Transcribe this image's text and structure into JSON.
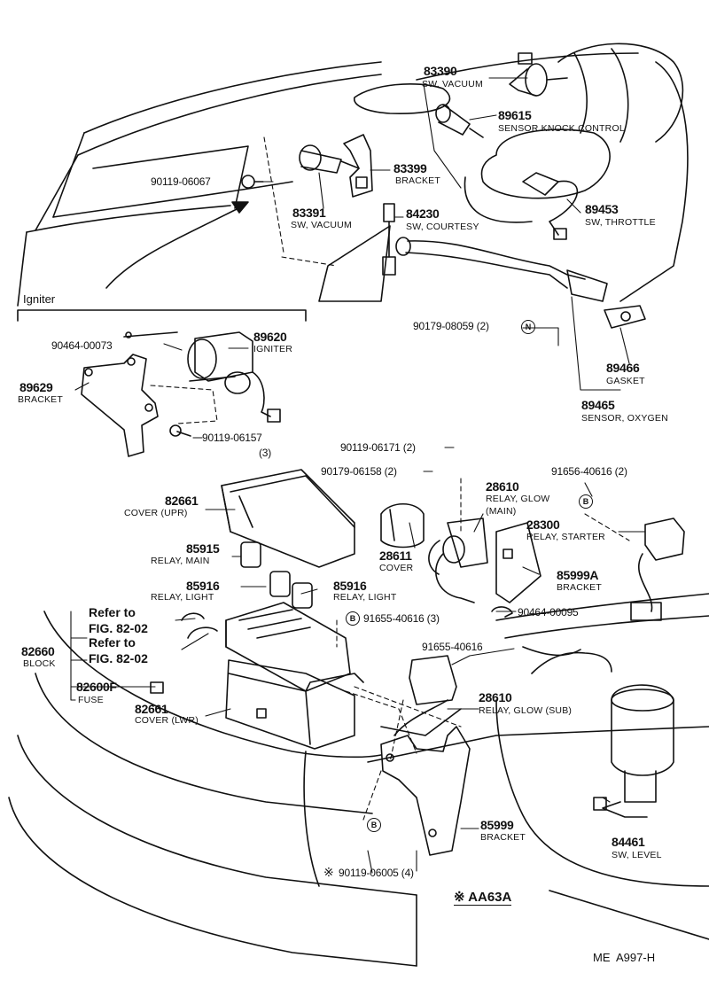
{
  "igniter_section": "Igniter",
  "parts": {
    "p83390": {
      "no": "83390",
      "name": "SW, VACUUM"
    },
    "p89615": {
      "no": "89615",
      "name": "SENSOR KNOCK CONTROL"
    },
    "p83399": {
      "no": "83399",
      "name": "BRACKET"
    },
    "p90119_06067": {
      "no": "90119-06067"
    },
    "p83391": {
      "no": "83391",
      "name": "SW, VACUUM"
    },
    "p84230": {
      "no": "84230",
      "name": "SW, COURTESY"
    },
    "p89453": {
      "no": "89453",
      "name": "SW, THROTTLE"
    },
    "p90179_08059": {
      "no": "90179-08059 (2)",
      "mark": "N"
    },
    "p89466": {
      "no": "89466",
      "name": "GASKET"
    },
    "p89465": {
      "no": "89465",
      "name": "SENSOR, OXYGEN"
    },
    "p90464_00073": {
      "no": "90464-00073"
    },
    "p89620": {
      "no": "89620",
      "name": "IGNITER"
    },
    "p89629": {
      "no": "89629",
      "name": "BRACKET"
    },
    "p90119_06157": {
      "no": "90119-06157",
      "qty": "(3)"
    },
    "p90119_06171": {
      "no": "90119-06171 (2)"
    },
    "p90179_06158": {
      "no": "90179-06158 (2)"
    },
    "p91656_40616": {
      "no": "91656-40616 (2)",
      "mark": "B"
    },
    "p82661_upr": {
      "no": "82661",
      "name": "COVER (UPR)"
    },
    "p28610_main": {
      "no": "28610",
      "name1": "RELAY, GLOW",
      "name2": "(MAIN)"
    },
    "p28300": {
      "no": "28300",
      "name": "RELAY, STARTER"
    },
    "p85915": {
      "no": "85915",
      "name": "RELAY, MAIN"
    },
    "p28611": {
      "no": "28611",
      "name": "COVER"
    },
    "p85999a": {
      "no": "85999A",
      "name": "BRACKET"
    },
    "p85916_a": {
      "no": "85916",
      "name": "RELAY, LIGHT"
    },
    "p85916_b": {
      "no": "85916",
      "name": "RELAY, LIGHT"
    },
    "p91655_40616_3": {
      "no": "91655-40616 (3)",
      "mark": "B"
    },
    "p90464_00095": {
      "no": "90464-00095"
    },
    "p91655_40616": {
      "no": "91655-40616"
    },
    "p82660": {
      "no": "82660",
      "name": "BLOCK"
    },
    "p82600f": {
      "no": "82600F",
      "name": "FUSE"
    },
    "p82661_lwr": {
      "no": "82661",
      "name": "COVER (LWR)"
    },
    "p28610_sub": {
      "no": "28610",
      "name": "RELAY, GLOW (SUB)"
    },
    "p85999": {
      "no": "85999",
      "name": "BRACKET"
    },
    "p84461": {
      "no": "84461",
      "name": "SW, LEVEL"
    },
    "p90119_06005": {
      "no": "90119-06005 (4)",
      "prefix": "※",
      "mark": "B"
    }
  },
  "refs": [
    {
      "line1": "Refer to",
      "line2": "FIG. 82-02"
    },
    {
      "line1": "Refer to",
      "line2": "FIG. 82-02"
    }
  ],
  "marks": {
    "bolt_b_lower": "B"
  },
  "model_note": "※ AA63A",
  "figure_code": "ME  A997-H"
}
